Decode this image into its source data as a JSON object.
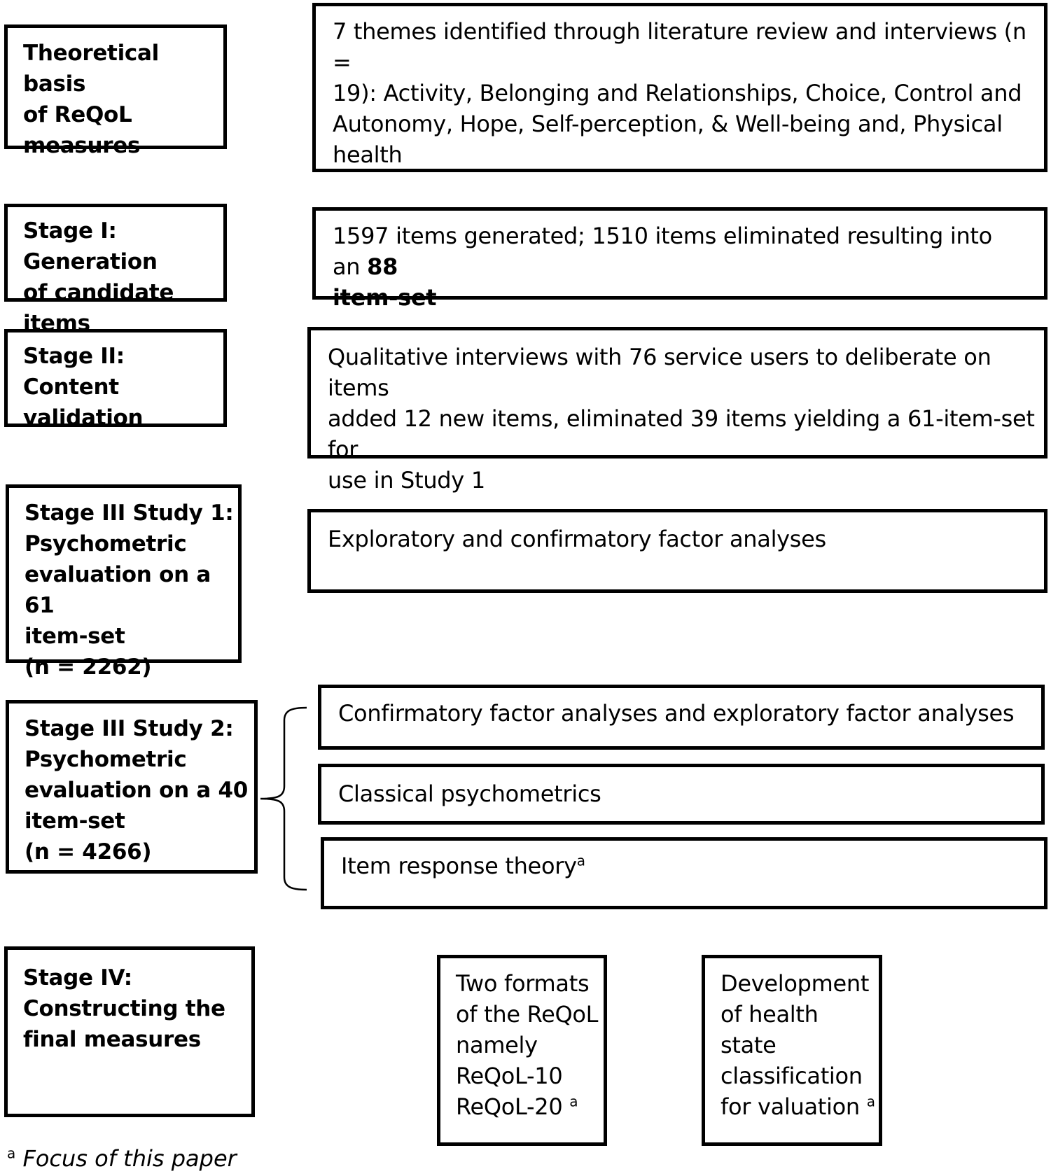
{
  "stages": {
    "theoretical": "Theoretical basis\nof ReQoL\nmeasures",
    "stage1": "Stage I: Generation\nof candidate items",
    "stage2": "Stage II: Content\nvalidation",
    "stage3s1": "Stage III Study 1:\nPsychometric\nevaluation on a 61\nitem-set\n(n = 2262)",
    "stage3s2": "Stage III Study 2:\nPsychometric\nevaluation on a 40\nitem-set\n(n = 4266)",
    "stage4": "Stage IV:\nConstructing the\nfinal measures"
  },
  "details": {
    "theoretical": "7 themes identified through literature review and interviews (n =\n19): Activity, Belonging and Relationships, Choice, Control and\nAutonomy, Hope, Self-perception, & Well-being and, Physical health",
    "stage1_prefix": "1597 items generated; 1510 items eliminated resulting into an ",
    "stage1_bold_a": "88",
    "stage1_bold_b": "item-set",
    "stage2": "Qualitative interviews with 76 service users to deliberate on items\nadded 12 new items, eliminated 39 items yielding a 61-item-set for\nuse in Study 1",
    "stage3s1": "Exploratory and confirmatory factor analyses",
    "stage3s2_a": "Confirmatory factor analyses and exploratory factor analyses",
    "stage3s2_b": "Classical psychometrics",
    "stage3s2_c": "Item response theory",
    "stage4_a": "Two formats\nof the ReQoL\nnamely\nReQoL-10\nReQoL-20",
    "stage4_b": "Development\nof health\nstate\nclassification\nfor valuation"
  },
  "superscript": "a",
  "footnote_text": "Focus of this paper"
}
